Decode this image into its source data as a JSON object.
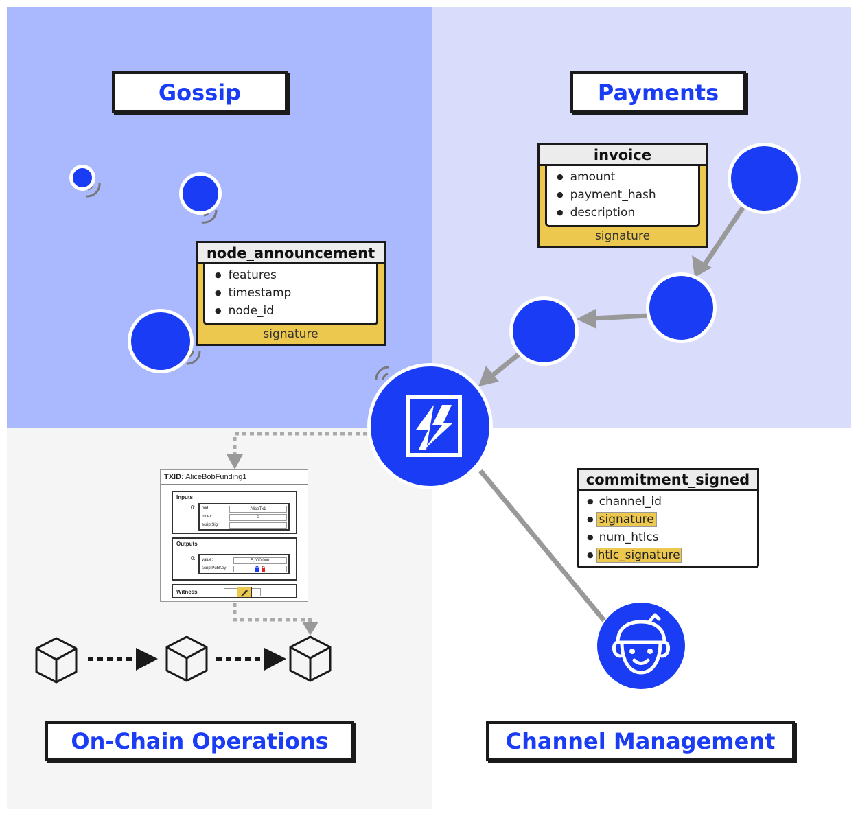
{
  "quadrants": {
    "gossip": {
      "title": "Gossip"
    },
    "payments": {
      "title": "Payments"
    },
    "onchain": {
      "title": "On-Chain Operations"
    },
    "channel": {
      "title": "Channel Management"
    }
  },
  "node_announcement": {
    "name": "node_announcement",
    "fields": [
      "features",
      "timestamp",
      "node_id"
    ],
    "signature": "signature"
  },
  "invoice": {
    "name": "invoice",
    "fields": [
      "amount",
      "payment_hash",
      "description"
    ],
    "signature": "signature"
  },
  "commitment_signed": {
    "name": "commitment_signed",
    "fields": [
      "channel_id",
      "signature",
      "num_htlcs",
      "htlc_signature"
    ]
  },
  "transaction": {
    "txid_label": "TXID:",
    "txid": "AliceBobFunding1",
    "inputs_label": "Inputs",
    "input_index": "0:",
    "txid_key": "txid:",
    "txid_value": "AliceTx1",
    "index_key": "index:",
    "index_value": "0",
    "scriptsig_key": "scriptSig:",
    "outputs_label": "Outputs",
    "output_index": "0:",
    "value_key": "value:",
    "value_value": "5,000,000",
    "scriptpubkey_key": "scriptPubKey:",
    "witness_label": "Witness"
  },
  "colors": {
    "accent": "#1a3cf5",
    "gossip_bg": "#aab8fd",
    "payments_bg": "#d9dcfa",
    "onchain_bg": "#f5f5f5",
    "highlight": "#edc84e",
    "arrow": "#999999"
  },
  "icons": [
    "lightning-logo-icon",
    "user-avatar-icon",
    "block-cube-icon",
    "broadcast-icon",
    "signature-pen-icon",
    "lock-icon"
  ]
}
